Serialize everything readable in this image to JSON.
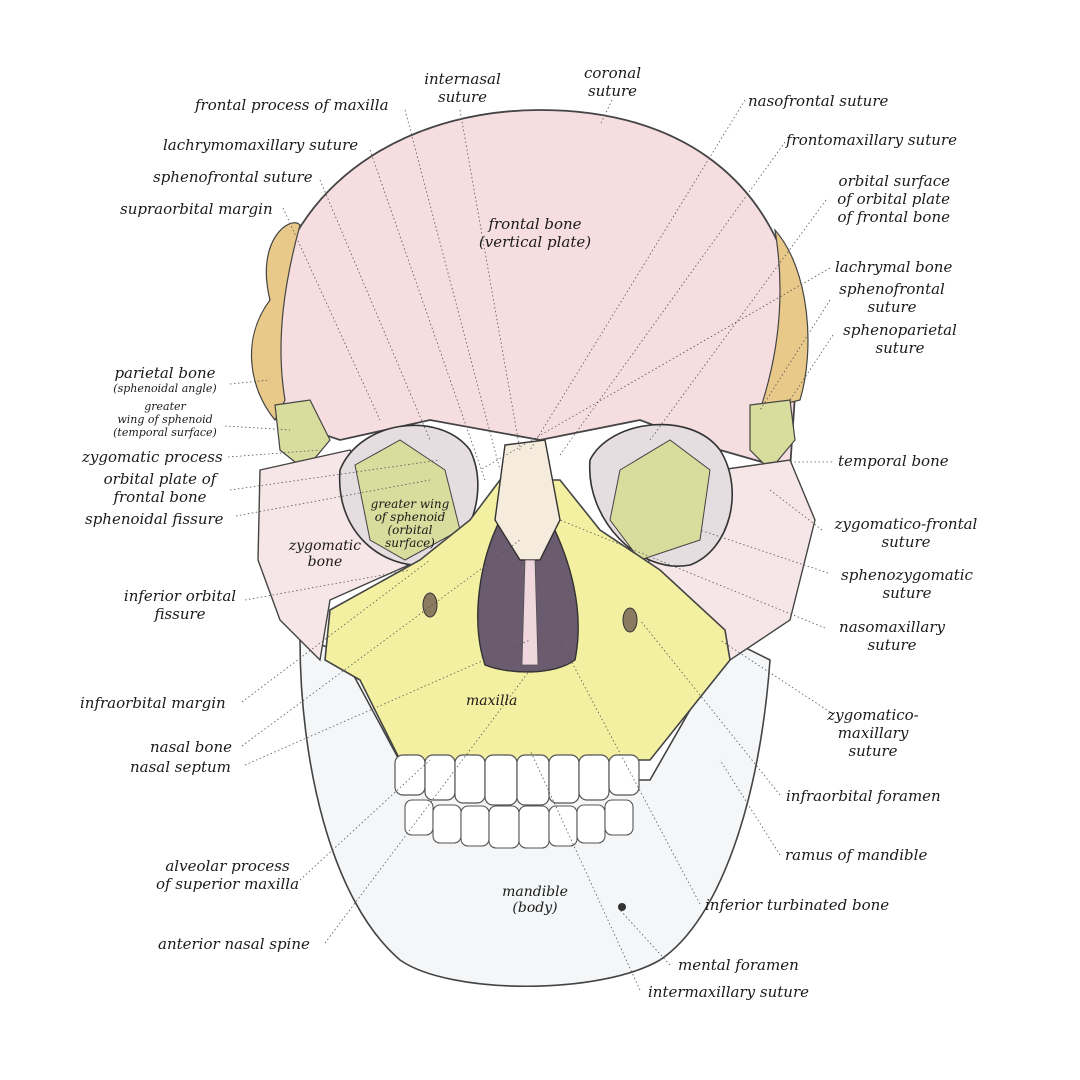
{
  "figure": {
    "background": "#ffffff",
    "bone_colors": {
      "frontal": "#f5dde0",
      "parietal": "#e8c98a",
      "sphenoid": "#d8dc9c",
      "maxilla": "#f4f0a2",
      "zygomatic": "#f6e6e8",
      "mandible": "#f4f6f8",
      "nasal": "#f6ecdd",
      "line": "#333333"
    }
  },
  "labels": {
    "internasal_suture": [
      "internasal",
      "suture"
    ],
    "coronal_suture": [
      "coronal",
      "suture"
    ],
    "frontal_process_of_maxilla": "frontal process of maxilla",
    "nasofrontal_suture": "nasofrontal suture",
    "lachrymomaxillary_suture": "lachrymomaxillary suture",
    "frontomaxillary_suture": "frontomaxillary suture",
    "sphenofrontal_suture_left": "sphenofrontal suture",
    "orbital_surface": [
      "orbital surface",
      "of orbital plate",
      "of frontal bone"
    ],
    "supraorbital_margin": "supraorbital margin",
    "frontal_bone_vertical": [
      "frontal bone",
      "(vertical plate)"
    ],
    "lachrymal_bone": "lachrymal bone",
    "sphenofrontal_suture_right": [
      "sphenofrontal",
      "suture"
    ],
    "sphenoparietal_suture": [
      "sphenoparietal",
      "suture"
    ],
    "parietal_bone": [
      "parietal bone",
      "(sphenoidal angle)"
    ],
    "greater_wing_temporal": [
      "greater",
      "wing of sphenoid",
      "(temporal surface)"
    ],
    "zygomatic_process": "zygomatic process",
    "temporal_bone": "temporal bone",
    "orbital_plate": [
      "orbital plate of",
      "frontal bone"
    ],
    "sphenoidal_fissure": "sphenoidal fissure",
    "greater_wing_orbital": [
      "greater wing",
      "of sphenoid",
      "(orbital",
      "surface)"
    ],
    "zygomatic_bone": [
      "zygomatic",
      "bone"
    ],
    "zygomatico_frontal_suture": [
      "zygomatico-frontal",
      "suture"
    ],
    "sphenozygomatic_suture": [
      "sphenozygomatic",
      "suture"
    ],
    "inferior_orbital_fissure": [
      "inferior orbital",
      "fissure"
    ],
    "nasomaxillary_suture": [
      "nasomaxillary",
      "suture"
    ],
    "infraorbital_margin": "infraorbital margin",
    "zygomatico_maxillary_suture": [
      "zygomatico-",
      "maxillary",
      "suture"
    ],
    "maxilla": "maxilla",
    "nasal_bone": "nasal bone",
    "nasal_septum": "nasal septum",
    "infraorbital_foramen": "infraorbital foramen",
    "ramus_of_mandible": "ramus of mandible",
    "alveolar_process": [
      "alveolar process",
      "of superior maxilla"
    ],
    "mandible_body": [
      "mandible",
      "(body)"
    ],
    "inferior_turbinated_bone": "inferior turbinated bone",
    "anterior_nasal_spine": "anterior nasal spine",
    "mental_foramen": "mental foramen",
    "intermaxillary_suture": "intermaxillary suture"
  }
}
